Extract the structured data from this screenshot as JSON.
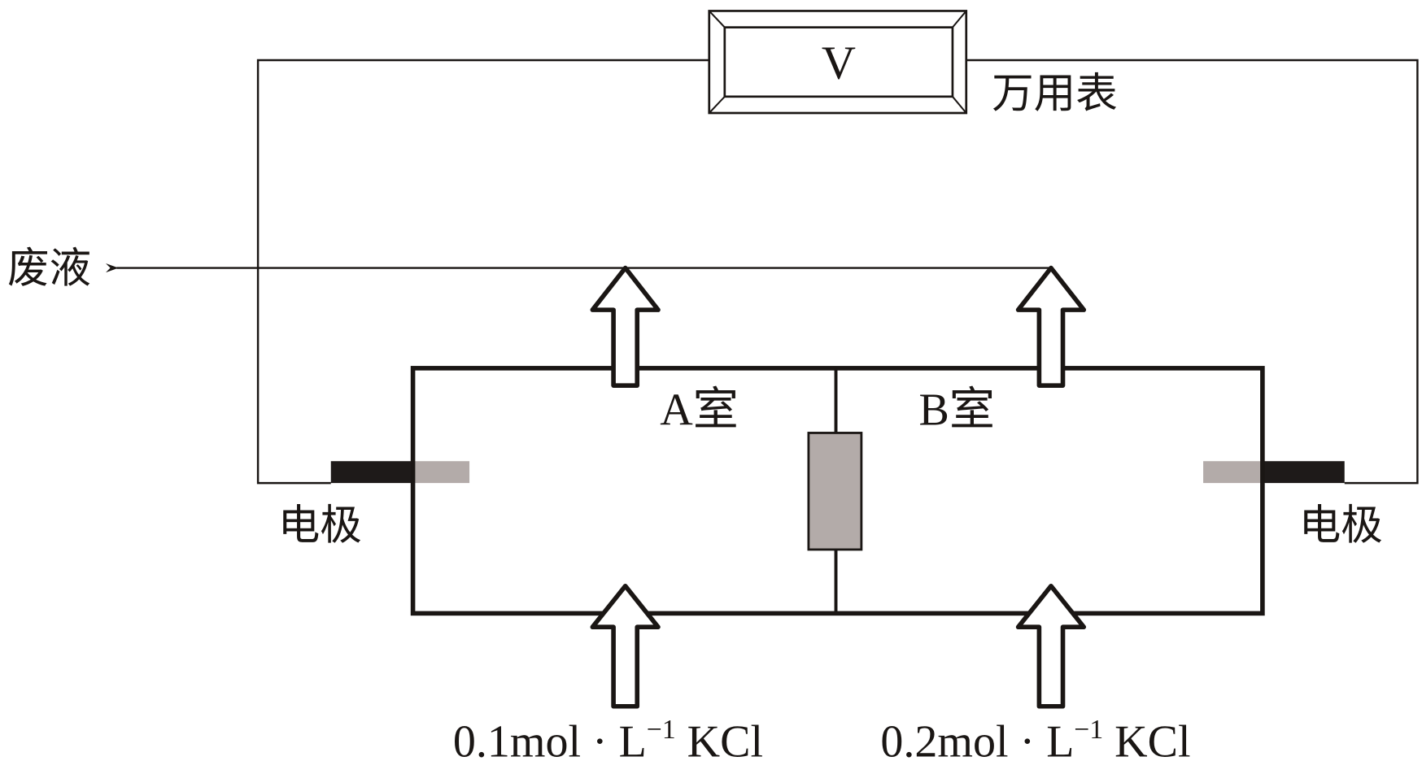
{
  "diagram": {
    "title": "Concentration cell with multimeter",
    "meter": {
      "symbol": "V",
      "label": "万用表"
    },
    "waste_label": "废液",
    "chambers": {
      "a": "A室",
      "b": "B室"
    },
    "electrodes": {
      "left": "电极",
      "right": "电极"
    },
    "inputs": {
      "left": {
        "prefix": "0.1mol · L",
        "sup": "−1",
        "suffix": " KCl"
      },
      "right": {
        "prefix": "0.2mol · L",
        "sup": "−1",
        "suffix": " KCl"
      }
    },
    "colors": {
      "line": "#1a1614",
      "electrode_dark": "#1e1a19",
      "electrode_light": "#b3aba9",
      "membrane": "#b3aba9"
    }
  }
}
